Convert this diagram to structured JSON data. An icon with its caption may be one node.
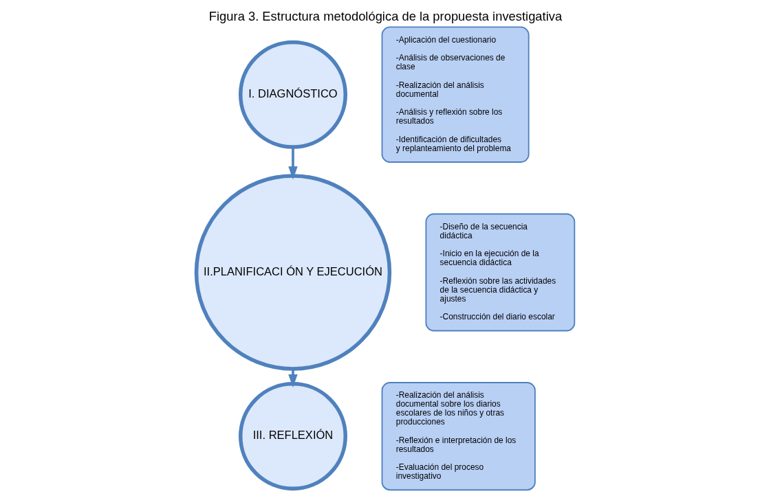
{
  "diagram": {
    "title": "Figura 3. Estructura metodológica de la propuesta investigativa",
    "nodes": [
      {
        "text": [
          "I. DIAGNÓSTICO"
        ]
      },
      {
        "text": [
          "II.PLANIFICACI ÓN Y EJECUCIÓN"
        ]
      },
      {
        "text": [
          "III. REFLEXIÓN"
        ]
      },
      {
        "text": [
          "-Aplicación del cuestionario",
          "-Análisis de observaciones de clase",
          "-Realización del análisis documental",
          "-Análisis y reflexión sobre los resultados",
          "-Identificación de dificultades y replanteamiento del problema"
        ]
      },
      {
        "text": [
          "-Diseño de la secuencia didáctica",
          "-Inicio en la ejecución de la secuencia didáctica",
          "-Reflexión sobre las actividades de la secuencia didáctica y ajustes",
          "-Construcción del diario escolar"
        ]
      },
      {
        "text": [
          "-Realización del análisis documental sobre los diarios escolares de los niños y otras producciones",
          "-Reflexión e interpretación de los resultados",
          "-Evaluación del proceso investigativo"
        ]
      }
    ],
    "edges": [
      {
        "from": 0,
        "to": 1,
        "arrow": "to"
      },
      {
        "from": 1,
        "to": 2,
        "arrow": "to"
      }
    ]
  }
}
